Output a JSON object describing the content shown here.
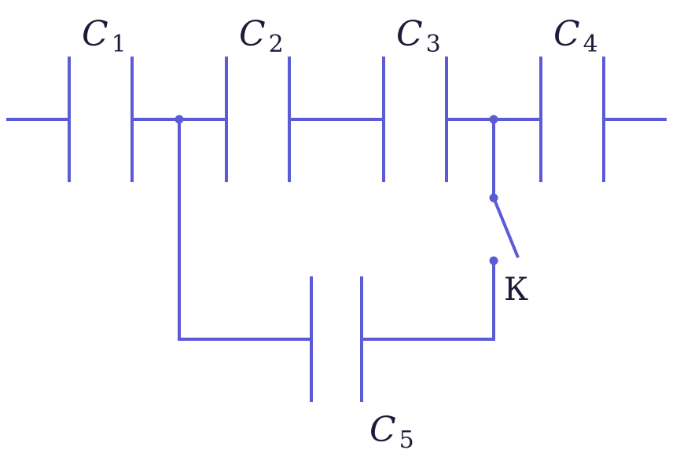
{
  "colors": {
    "wire": "#5b5bd6",
    "text": "#1c1c3a",
    "background": "#ffffff"
  },
  "capacitors": [
    {
      "id": "c1",
      "letter": "C",
      "index": "1"
    },
    {
      "id": "c2",
      "letter": "C",
      "index": "2"
    },
    {
      "id": "c3",
      "letter": "C",
      "index": "3"
    },
    {
      "id": "c4",
      "letter": "C",
      "index": "4"
    },
    {
      "id": "c5",
      "letter": "C",
      "index": "5"
    }
  ],
  "switch": {
    "label": "К",
    "state": "open"
  }
}
